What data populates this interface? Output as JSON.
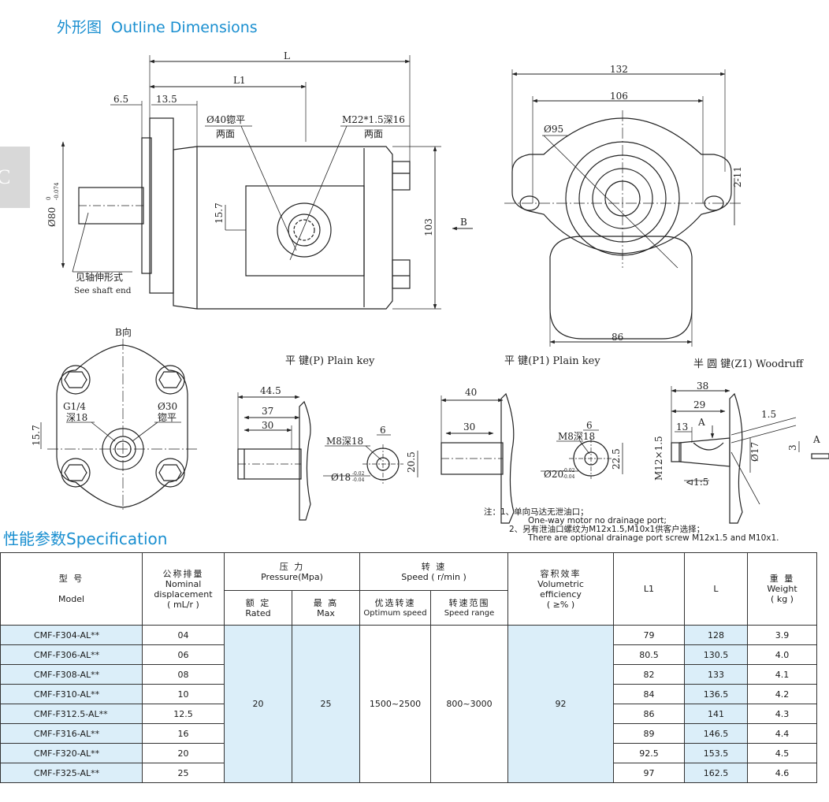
{
  "titles": {
    "outline_zh": "外形图",
    "outline_en": "Outline Dimensions",
    "spec_zh": "性能参数",
    "spec_en": "Specification",
    "side_tab": "C"
  },
  "dimensions": {
    "L": "L",
    "L1": "L1",
    "d6_5": "6.5",
    "d13_5": "13.5",
    "hole40": "Ø40锪平",
    "both_sides_1": "两面",
    "thread": "M22*1.5深16",
    "both_sides_2": "两面",
    "shaft_dia": "Ø80",
    "shaft_tol_top": "0",
    "shaft_tol_bot": "-0.074",
    "d15_7": "15.7",
    "d103": "103",
    "arrow_b": "B",
    "see_shaft_zh": "见轴伸形式",
    "see_shaft_en": "See shaft end",
    "d132": "132",
    "d106": "106",
    "d95": "Ø95",
    "d2_11": "2-11",
    "d86": "86",
    "view_b": "B向",
    "g14": "G1/4",
    "depth18": "深18",
    "d30": "Ø30",
    "spot_face": "锪平",
    "d15_7b": "15.7"
  },
  "plain_key_p": {
    "title": "平 键(P)  Plain key",
    "d44_5": "44.5",
    "d37": "37",
    "d30": "30",
    "m8": "M8深18",
    "d6": "6",
    "d20_5": "20.5",
    "d18": "Ø18",
    "tol_top": "-0.02",
    "tol_bot": "-0.04"
  },
  "plain_key_p1": {
    "title": "平 键(P1)  Plain key",
    "d40": "40",
    "d30": "30",
    "m8": "M8深18",
    "d6": "6",
    "d22_5": "22.5",
    "d20": "Ø20",
    "tol_top": "-0.02",
    "tol_bot": "-0.04"
  },
  "woodruff": {
    "title": "半 圆 键(Z1)  Woodruff",
    "d38": "38",
    "d29": "29",
    "d13": "13",
    "a1": "A",
    "d1_5": "1.5",
    "m12": "M12×1.5",
    "d17": "Ø17",
    "taper": "⊲1:5",
    "d3": "3",
    "a2": "A"
  },
  "notes": {
    "lead": "注：1、单向马达无泄油口；",
    "l1_en": "One-way motor no drainage port;",
    "l2_zh": "2、另有泄油口螺纹为M12x1.5,M10x1供客户选择；",
    "l2_en": "There are optional drainage port screw M12x1.5 and M10x1."
  },
  "table": {
    "headers": {
      "model_zh": "型    号",
      "model_en": "Model",
      "disp_zh": "公称排量",
      "disp_en1": "Nominal",
      "disp_en2": "displacement",
      "disp_unit": "( mL/r )",
      "pressure_zh": "压  力",
      "pressure_en": "Pressure(Mpa)",
      "rated_zh": "额 定",
      "rated_en": "Rated",
      "max_zh": "最 高",
      "max_en": "Max",
      "speed_zh": "转    速",
      "speed_en": "Speed  ( r/min )",
      "opt_zh": "优选转速",
      "opt_en": "Optimum speed",
      "range_zh": "转速范围",
      "range_en": "Speed range",
      "vol_zh": "容积效率",
      "vol_en1": "Volumetric",
      "vol_en2": "efficiency",
      "vol_unit": "( ≥% )",
      "l1": "L1",
      "l": "L",
      "weight_zh": "重 量",
      "weight_en": "Weight",
      "weight_unit": "( kg )"
    },
    "merged": {
      "rated": "20",
      "max": "25",
      "optimum": "1500~2500",
      "range": "800~3000",
      "efficiency": "92"
    },
    "rows": [
      {
        "model": "CMF-F304-AL**",
        "disp": "04",
        "l1": "79",
        "l": "128",
        "weight": "3.9"
      },
      {
        "model": "CMF-F306-AL**",
        "disp": "06",
        "l1": "80.5",
        "l": "130.5",
        "weight": "4.0"
      },
      {
        "model": "CMF-F308-AL**",
        "disp": "08",
        "l1": "82",
        "l": "133",
        "weight": "4.1"
      },
      {
        "model": "CMF-F310-AL**",
        "disp": "10",
        "l1": "84",
        "l": "136.5",
        "weight": "4.2"
      },
      {
        "model": "CMF-F312.5-AL**",
        "disp": "12.5",
        "l1": "86",
        "l": "141",
        "weight": "4.3"
      },
      {
        "model": "CMF-F316-AL**",
        "disp": "16",
        "l1": "89",
        "l": "146.5",
        "weight": "4.4"
      },
      {
        "model": "CMF-F320-AL**",
        "disp": "20",
        "l1": "92.5",
        "l": "153.5",
        "weight": "4.5"
      },
      {
        "model": "CMF-F325-AL**",
        "disp": "25",
        "l1": "97",
        "l": "162.5",
        "weight": "4.6"
      }
    ]
  }
}
